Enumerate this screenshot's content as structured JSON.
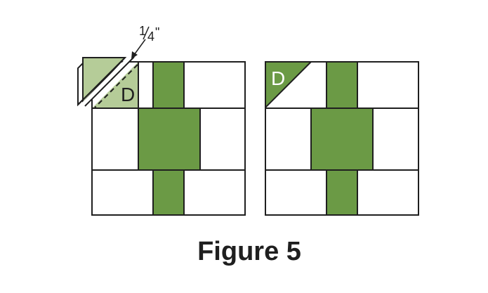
{
  "colors": {
    "dark_green": "#6b9a45",
    "light_green": "#b5cc98",
    "outline": "#1f1f1f",
    "background": "#ffffff"
  },
  "left_block": {
    "patch_label": "D",
    "measurement_whole": "1",
    "measurement_denominator": "4",
    "measurement_unit": "\""
  },
  "right_block": {
    "patch_label": "D"
  },
  "caption": "Figure 5"
}
